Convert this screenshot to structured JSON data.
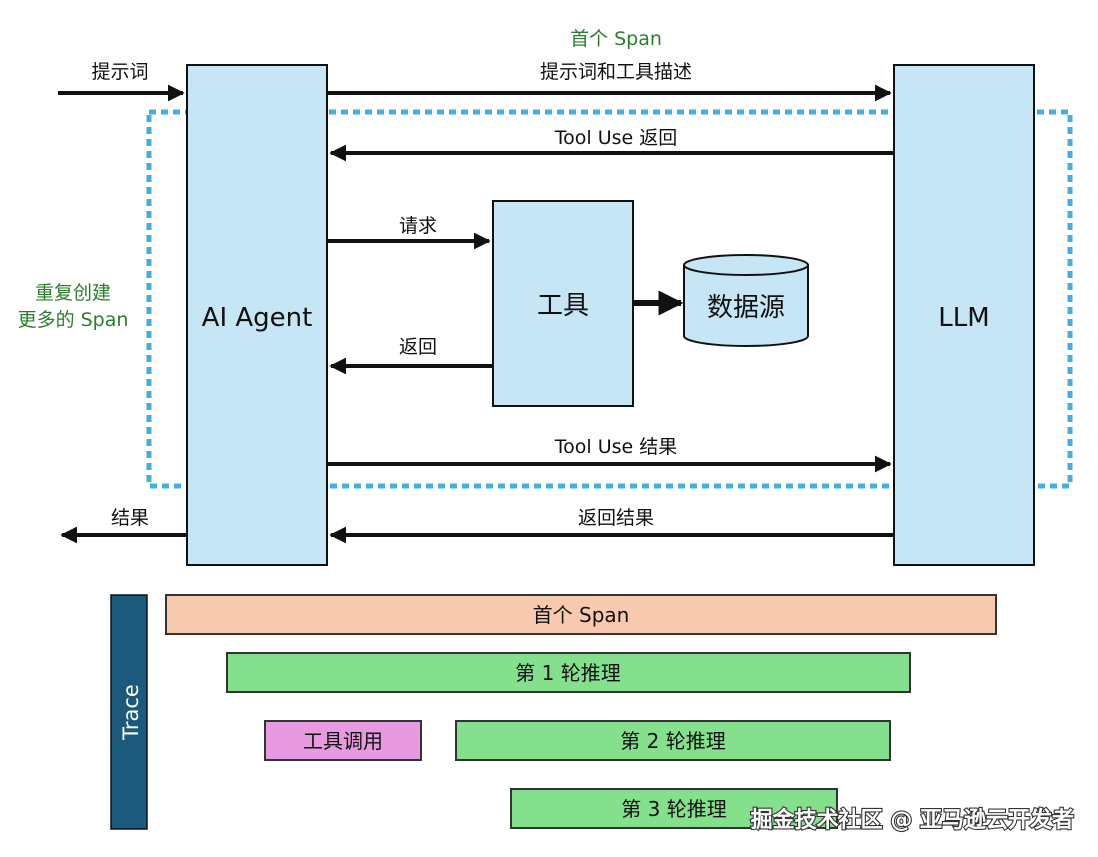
{
  "labels": {
    "first_span_top": "首个 Span",
    "prompt_in": "提示词",
    "prompt_and_tools": "提示词和工具描述",
    "tool_use_return": "Tool Use 返回",
    "request": "请求",
    "return": "返回",
    "tool_use_result": "Tool Use 结果",
    "return_result": "返回结果",
    "result_out": "结果",
    "repeat_line1": "重复创建",
    "repeat_line2": "更多的 Span"
  },
  "boxes": {
    "agent": "AI Agent",
    "llm": "LLM",
    "tool": "工具",
    "datasource": "数据源"
  },
  "trace": {
    "label": "Trace",
    "bars": {
      "first_span": "首个 Span",
      "round1": "第 1 轮推理",
      "tool_call": "工具调用",
      "round2": "第 2 轮推理",
      "round3": "第 3 轮推理"
    }
  },
  "watermark": "掘金技术社区 @ 亚马逊云开发者",
  "colors": {
    "box_fill": "#c6e6f5",
    "dotted_border": "#45aee0",
    "trace_bar": "#1b5a7a",
    "first_span_bar": "#f7c9af",
    "round_bar": "#84e08d",
    "tool_call_bar": "#e79ae0",
    "green_text": "#2a7d2a"
  }
}
